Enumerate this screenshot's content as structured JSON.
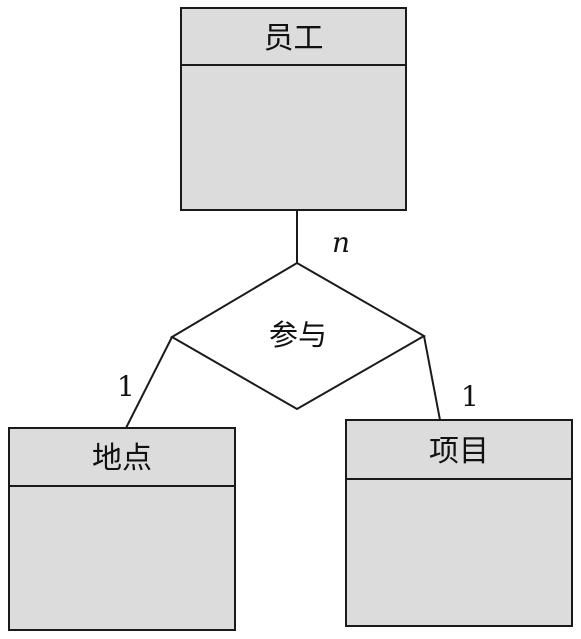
{
  "diagram": {
    "entities": {
      "employee": {
        "name": "员工"
      },
      "location": {
        "name": "地点"
      },
      "project": {
        "name": "项目"
      }
    },
    "relationship": {
      "name": "参与"
    },
    "cardinalities": {
      "employee": "n",
      "location": "1",
      "project": "1"
    }
  }
}
